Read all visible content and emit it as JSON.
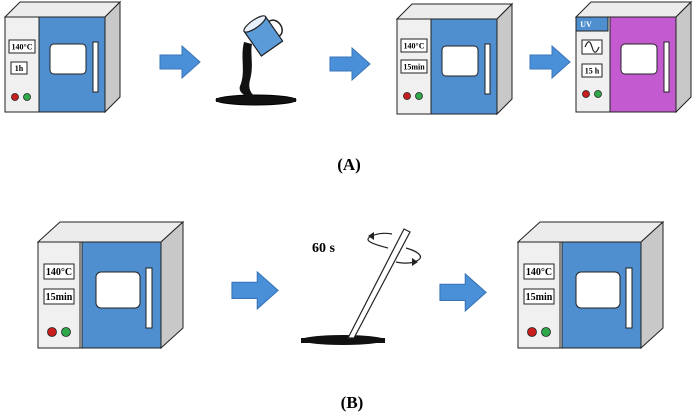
{
  "panel_a": {
    "caption": "(A)",
    "oven1": {
      "temp": "140°C",
      "time": "1h"
    },
    "oven2": {
      "temp": "140°C",
      "time": "15min"
    },
    "uv_oven": {
      "badge": "UV",
      "time": "15 h",
      "wave_icon": "sine-wave-icon"
    }
  },
  "panel_b": {
    "caption": "(B)",
    "oven1": {
      "temp": "140°C",
      "time": "15min"
    },
    "spin_time": "60 s",
    "oven2": {
      "temp": "140°C",
      "time": "15min"
    }
  },
  "colors": {
    "oven_door": "#4f8fd0",
    "uv_door": "#c45ad0",
    "oven_side": "#c8c8c8",
    "oven_front": "#f0f0f0",
    "arrow": "#4a90d9",
    "knob_red": "#c81e1e",
    "knob_green": "#2fa84a"
  }
}
